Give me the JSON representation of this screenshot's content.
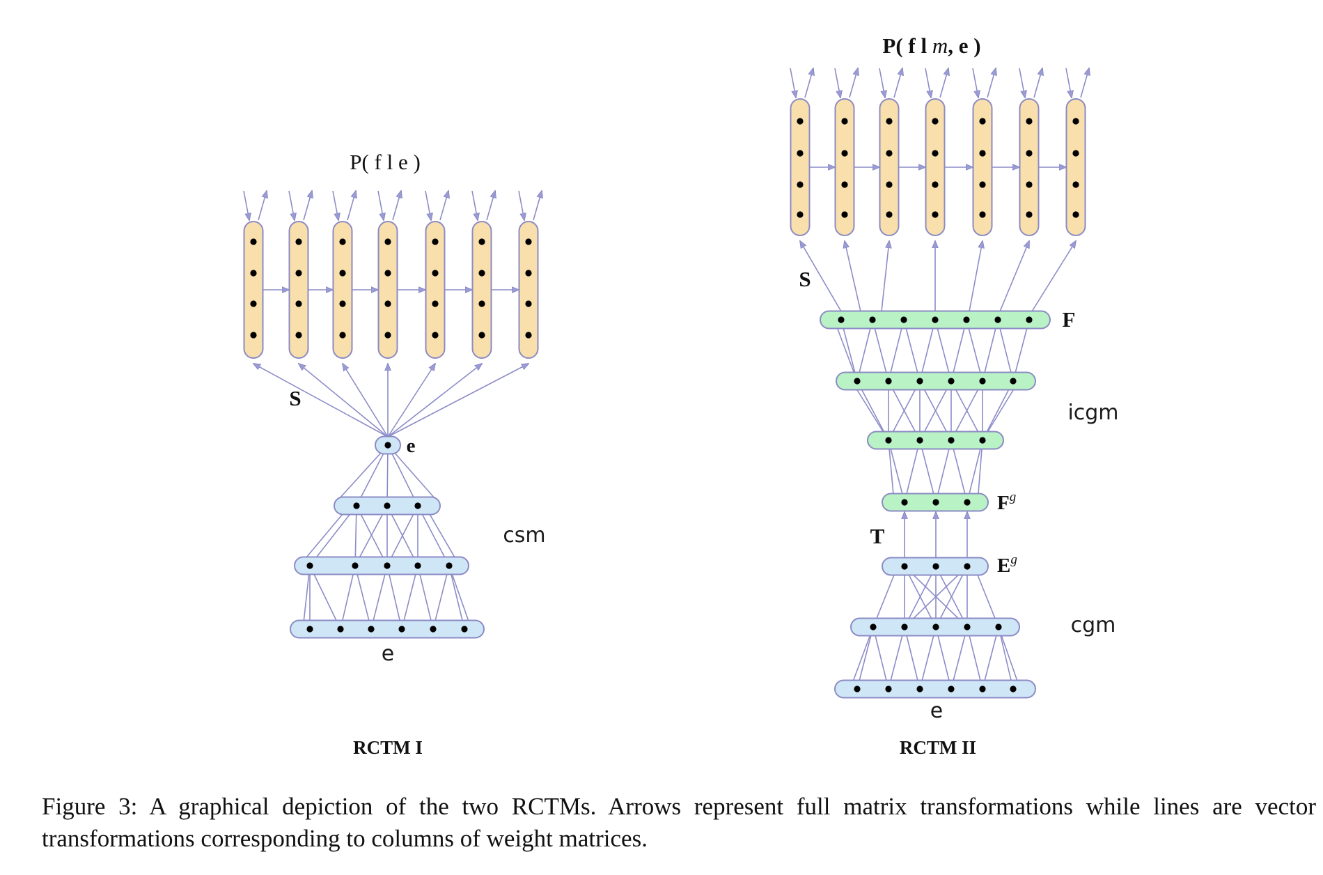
{
  "rctm1": {
    "output_label": "P( f l e )",
    "s_label": "S",
    "e_node_label": "e",
    "csm_label": "csm",
    "input_label": "e",
    "caption_label": "RCTM I"
  },
  "rctm2": {
    "output_label": "P( f l ",
    "output_label_m": "m",
    "output_label_end": ", e )",
    "s_label": "S",
    "f_label": "F",
    "icgm_label": "icgm",
    "fg_label": "F",
    "fg_sup": "g",
    "t_label": "T",
    "eg_label": "E",
    "eg_sup": "g",
    "cgm_label": "cgm",
    "input_label": "e",
    "caption_label": "RCTM II"
  },
  "caption": "Figure 3:  A graphical depiction of the two RCTMs.  Arrows represent full matrix transformations while lines are vector transformations corresponding to columns of weight matrices.",
  "colors": {
    "blue_fill": "#cfe6f7",
    "green_fill": "#b9f2c4",
    "orange_fill": "#f9dfac",
    "outline": "#8b8bc4",
    "edge": "#8c8cc8",
    "dot": "#000000"
  }
}
